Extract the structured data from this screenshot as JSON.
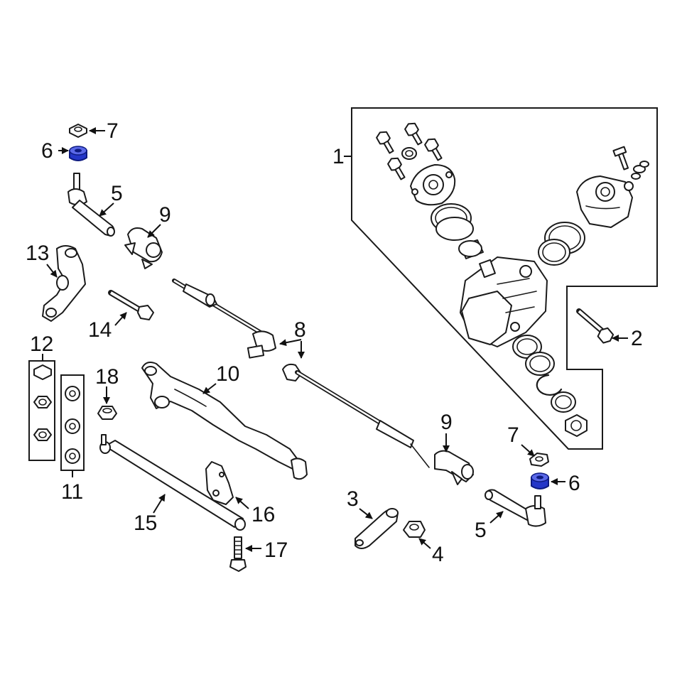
{
  "diagram": {
    "callouts": {
      "c1": "1",
      "c2": "2",
      "c3": "3",
      "c4": "4",
      "c5a": "5",
      "c5b": "5",
      "c6a": "6",
      "c6b": "6",
      "c7a": "7",
      "c7b": "7",
      "c8": "8",
      "c9a": "9",
      "c9b": "9",
      "c10": "10",
      "c11": "11",
      "c12": "12",
      "c13": "13",
      "c14": "14",
      "c15": "15",
      "c16": "16",
      "c17": "17",
      "c18": "18"
    },
    "colors": {
      "highlight": "#2436c8",
      "line": "#1a1a1a",
      "background": "#ffffff"
    }
  }
}
